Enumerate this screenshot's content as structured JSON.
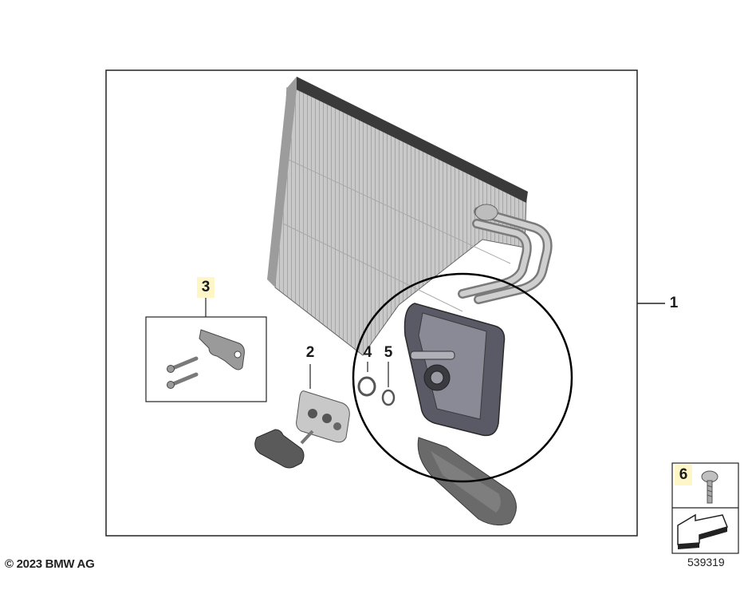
{
  "callouts": {
    "c1": "1",
    "c2": "2",
    "c3": "3",
    "c4": "4",
    "c5": "5",
    "c6": "6"
  },
  "copyright": "© 2023 BMW AG",
  "diagram_number": "539319",
  "colors": {
    "highlight": "#fff6c8",
    "frame": "#222222",
    "metal": "#b8b8b8",
    "dark_part": "#4a4a4a"
  }
}
